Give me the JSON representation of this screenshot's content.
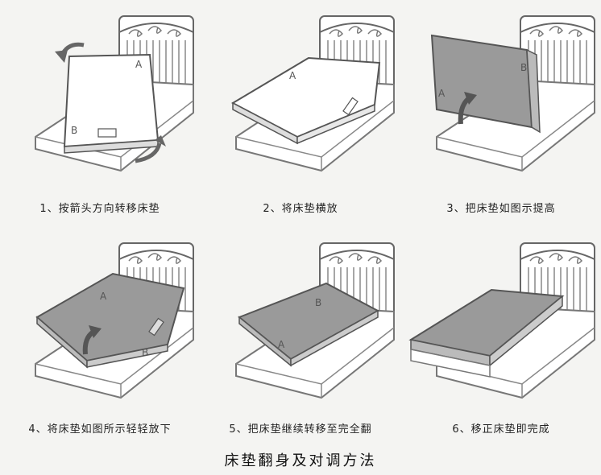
{
  "steps": [
    {
      "caption": "1、按箭头方向转移床垫",
      "mark_a": "A",
      "mark_b": "B"
    },
    {
      "caption": "2、将床垫横放",
      "mark_a": "A",
      "mark_b": ""
    },
    {
      "caption": "3、把床垫如图示提高",
      "mark_a": "A",
      "mark_b": "B"
    },
    {
      "caption": "4、将床垫如图所示轻轻放下",
      "mark_a": "A",
      "mark_b": "B"
    },
    {
      "caption": "5、把床垫继续转移至完全翻",
      "mark_a": "A",
      "mark_b": "B"
    },
    {
      "caption": "6、移正床垫即完成",
      "mark_a": "",
      "mark_b": ""
    }
  ],
  "title": "床垫翻身及对调方法",
  "colors": {
    "mattress": "#9a9a9a",
    "outline": "#555555",
    "bed": "#ffffff",
    "arrow": "#666666"
  }
}
